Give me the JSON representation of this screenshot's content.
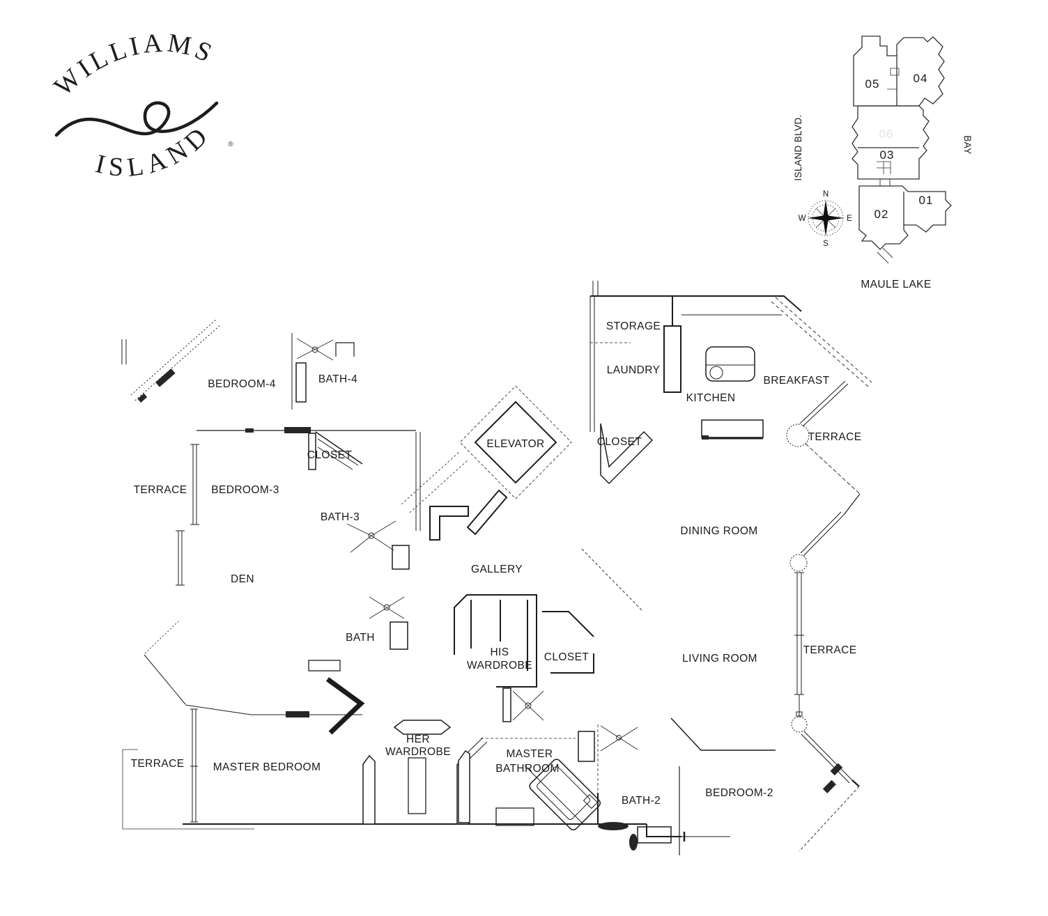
{
  "logo": {
    "top": "WILLIAMS",
    "bottom": "ISLAND",
    "reg": "®"
  },
  "key_plan": {
    "unit_05": "05",
    "unit_04": "04",
    "unit_03": "03",
    "unit_02": "02",
    "unit_01": "01",
    "unit_highlight": "06",
    "street": "ISLAND BLVD.",
    "bay": "BAY",
    "lake": "MAULE LAKE",
    "compass_n": "N",
    "compass_s": "S",
    "compass_e": "E",
    "compass_w": "W"
  },
  "rooms": {
    "bedroom4": "BEDROOM-4",
    "bath4": "BATH-4",
    "closet_bedroom3": "CLOSET",
    "terrace_upper_left": "TERRACE",
    "bedroom3": "BEDROOM-3",
    "bath3": "BATH-3",
    "elevator": "ELEVATOR",
    "storage": "STORAGE",
    "laundry": "LAUNDRY",
    "kitchen": "KITCHEN",
    "breakfast": "BREAKFAST",
    "closet_kitchen": "CLOSET",
    "terrace_top_right": "TERRACE",
    "dining_room": "DINING ROOM",
    "gallery": "GALLERY",
    "den": "DEN",
    "bath": "BATH",
    "his_wardrobe_l1": "HIS",
    "his_wardrobe_l2": "WARDROBE",
    "closet_center": "CLOSET",
    "living_room": "LIVING ROOM",
    "terrace_right": "TERRACE",
    "her_wardrobe_l1": "HER",
    "her_wardrobe_l2": "WARDROBE",
    "terrace_lower_left": "TERRACE",
    "master_bedroom": "MASTER BEDROOM",
    "master_bath_l1": "MASTER",
    "master_bath_l2": "BATHROOM",
    "bath2": "BATH-2",
    "bedroom2": "BEDROOM-2"
  },
  "colors": {
    "ink": "#1a1a1a",
    "paper": "#ffffff"
  }
}
